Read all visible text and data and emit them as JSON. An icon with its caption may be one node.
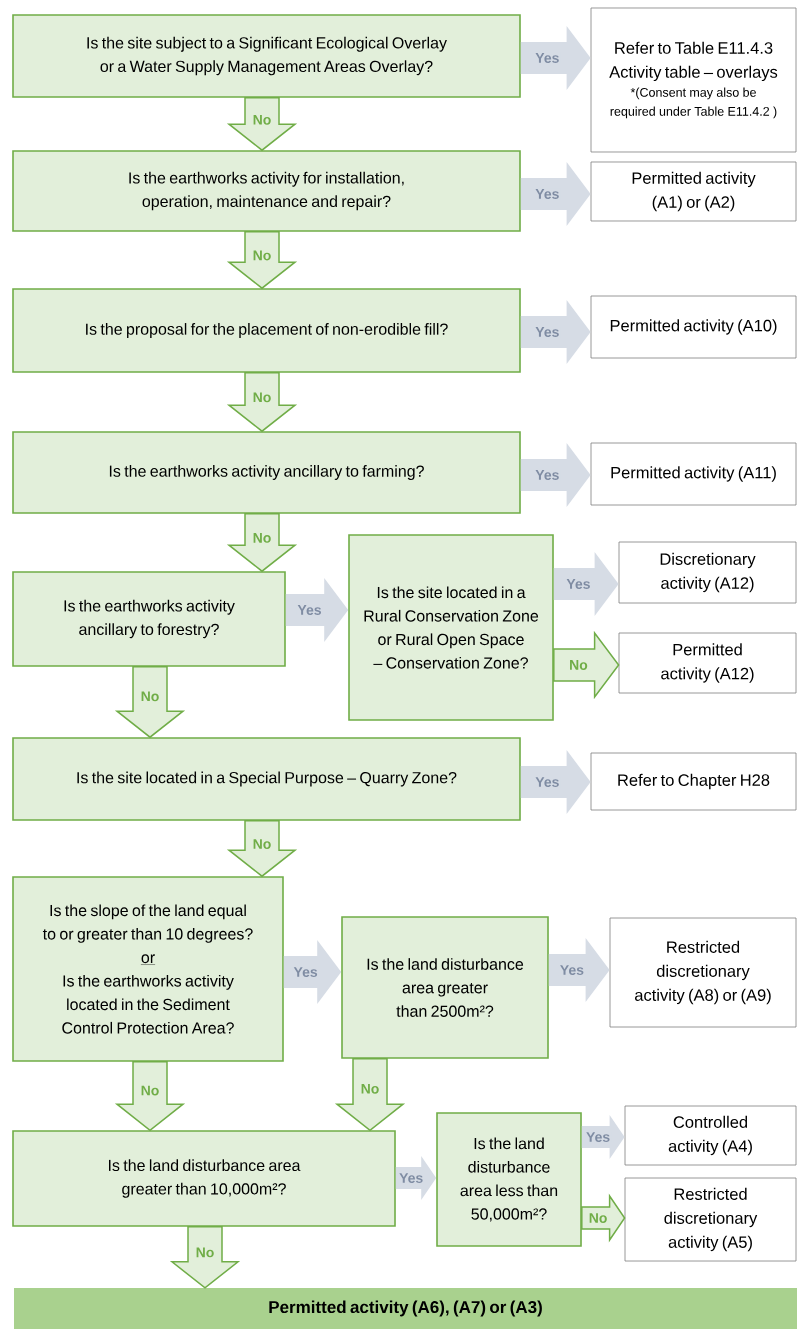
{
  "diagram": {
    "nodes": [
      {
        "text": [
          "Is the site subject to a Significant Ecological Overlay or a Water Supply Management Areas Overlay?"
        ]
      },
      {
        "text": [
          "Refer to Table E11.4.3 Activity table – overlays",
          "*(Consent may also be required under Table E11.4.2 )"
        ]
      },
      {
        "text": [
          "Is the earthworks activity for installation, operation, maintenance and repair?"
        ]
      },
      {
        "text": [
          "Permitted activity (A1) or (A2)"
        ]
      },
      {
        "text": [
          "Is the proposal for the placement of non-erodible fill?"
        ]
      },
      {
        "text": [
          "Permitted activity (A10)"
        ]
      },
      {
        "text": [
          "Is the earthworks activity ancillary to farming?"
        ]
      },
      {
        "text": [
          "Permitted activity (A11)"
        ]
      },
      {
        "text": [
          "Is the earthworks activity ancillary to forestry?"
        ]
      },
      {
        "text": [
          "Is the site located in a Rural Conservation Zone or Rural Open Space – Conservation Zone?"
        ]
      },
      {
        "text": [
          "Discretionary activity (A12)"
        ]
      },
      {
        "text": [
          "Permitted activity (A12)"
        ]
      },
      {
        "text": [
          "Is the site located in a Special Purpose – Quarry Zone?"
        ]
      },
      {
        "text": [
          "Refer to Chapter H28"
        ]
      },
      {
        "text": [
          "Is the slope of the land equal to or greater than 10 degrees?",
          "or",
          "Is the earthworks activity located in the Sediment Control Protection Area?"
        ]
      },
      {
        "text": [
          "Is the land disturbance area greater than 2500m²?"
        ]
      },
      {
        "text": [
          "Restricted discretionary activity (A8) or (A9)"
        ]
      },
      {
        "text": [
          "Is the land disturbance area greater than 10,000m²?"
        ]
      },
      {
        "text": [
          "Is the land disturbance area less than 50,000m²?"
        ]
      },
      {
        "text": [
          "Controlled activity (A4)"
        ]
      },
      {
        "text": [
          "Restricted discretionary activity (A5)"
        ]
      },
      {
        "text": [
          "Permitted activity (A6), (A7) or (A3)"
        ]
      }
    ],
    "edges": [
      {
        "from": 0,
        "to": 1,
        "arrow": "to",
        "label": "Yes"
      },
      {
        "from": 0,
        "to": 2,
        "arrow": "to",
        "label": "No",
        "color": "#70ad47"
      },
      {
        "from": 2,
        "to": 3,
        "arrow": "to",
        "label": "Yes"
      },
      {
        "from": 2,
        "to": 4,
        "arrow": "to",
        "label": "No",
        "color": "#70ad47"
      },
      {
        "from": 4,
        "to": 5,
        "arrow": "to",
        "label": "Yes"
      },
      {
        "from": 4,
        "to": 6,
        "arrow": "to",
        "label": "No",
        "color": "#70ad47"
      },
      {
        "from": 6,
        "to": 7,
        "arrow": "to",
        "label": "Yes"
      },
      {
        "from": 6,
        "to": 8,
        "arrow": "to",
        "label": "No",
        "color": "#70ad47"
      },
      {
        "from": 8,
        "to": 9,
        "arrow": "to",
        "label": "Yes"
      },
      {
        "from": 8,
        "to": 12,
        "arrow": "to",
        "label": "No",
        "color": "#70ad47"
      },
      {
        "from": 9,
        "to": 10,
        "arrow": "to",
        "label": "Yes"
      },
      {
        "from": 9,
        "to": 11,
        "arrow": "to",
        "label": "No",
        "color": "#70ad47"
      },
      {
        "from": 12,
        "to": 13,
        "arrow": "to",
        "label": "Yes"
      },
      {
        "from": 12,
        "to": 14,
        "arrow": "to",
        "label": "No",
        "color": "#70ad47"
      },
      {
        "from": 14,
        "to": 15,
        "arrow": "to",
        "label": "Yes"
      },
      {
        "from": 14,
        "to": 17,
        "arrow": "to",
        "label": "No",
        "color": "#70ad47"
      },
      {
        "from": 15,
        "to": 16,
        "arrow": "to",
        "label": "Yes"
      },
      {
        "from": 15,
        "to": 17,
        "arrow": "to",
        "label": "No",
        "color": "#70ad47"
      },
      {
        "from": 17,
        "to": 18,
        "arrow": "to",
        "label": "Yes"
      },
      {
        "from": 17,
        "to": 21,
        "arrow": "to",
        "label": "No",
        "color": "#70ad47"
      },
      {
        "from": 18,
        "to": 19,
        "arrow": "to",
        "label": "Yes"
      },
      {
        "from": 18,
        "to": 20,
        "arrow": "to",
        "label": "No",
        "color": "#70ad47"
      }
    ]
  }
}
